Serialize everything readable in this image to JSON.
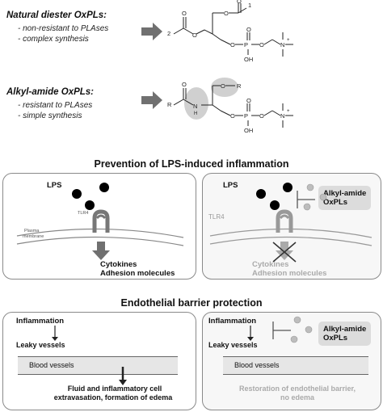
{
  "top": {
    "diester": {
      "title": "Natural diester OxPLs:",
      "bullets": [
        "- non-resistant to PLAses",
        "- complex synthesis"
      ]
    },
    "amide": {
      "title": "Alkyl-amide OxPLs:",
      "bullets": [
        "- resistant to PLAses",
        "- simple synthesis"
      ]
    },
    "chem": {
      "r1": "1",
      "r2": "2",
      "o": "O",
      "oh": "OH",
      "p": "P",
      "n": "N",
      "plus": "+",
      "nh": "H",
      "amide_o_r": "O—R"
    }
  },
  "lps_section": {
    "title": "Prevention of LPS-induced inflammation",
    "left": {
      "lps": "LPS",
      "tlr4": "TLR4",
      "membrane": [
        "Plasma",
        "membrane"
      ],
      "outcomes": [
        "Cytokines",
        "Adhesion molecules"
      ]
    },
    "right": {
      "lps": "LPS",
      "tlr4": "TLR4",
      "inhibitor": [
        "Alkyl-amide",
        "OxPLs"
      ],
      "outcomes": [
        "Cytokines",
        "Adhesion molecules"
      ]
    }
  },
  "barrier_section": {
    "title": "Endothelial barrier protection",
    "left": {
      "inflammation": "Inflammation",
      "leaky": "Leaky vessels",
      "vessels": "Blood vessels",
      "outcome": [
        "Fluid and inflammatory cell",
        "extravasation, formation of edema"
      ]
    },
    "right": {
      "inflammation": "Inflammation",
      "leaky": "Leaky vessels",
      "vessels": "Blood vessels",
      "inhibitor": [
        "Alkyl-amide",
        "OxPLs"
      ],
      "outcome": [
        "Restoration of endothelial barrier,",
        "no edema"
      ]
    }
  },
  "colors": {
    "arrow": "#707070",
    "lps_particle": "#000000",
    "oxpl_particle": "#bdbdbd",
    "panel_border": "#8a8a8a"
  }
}
